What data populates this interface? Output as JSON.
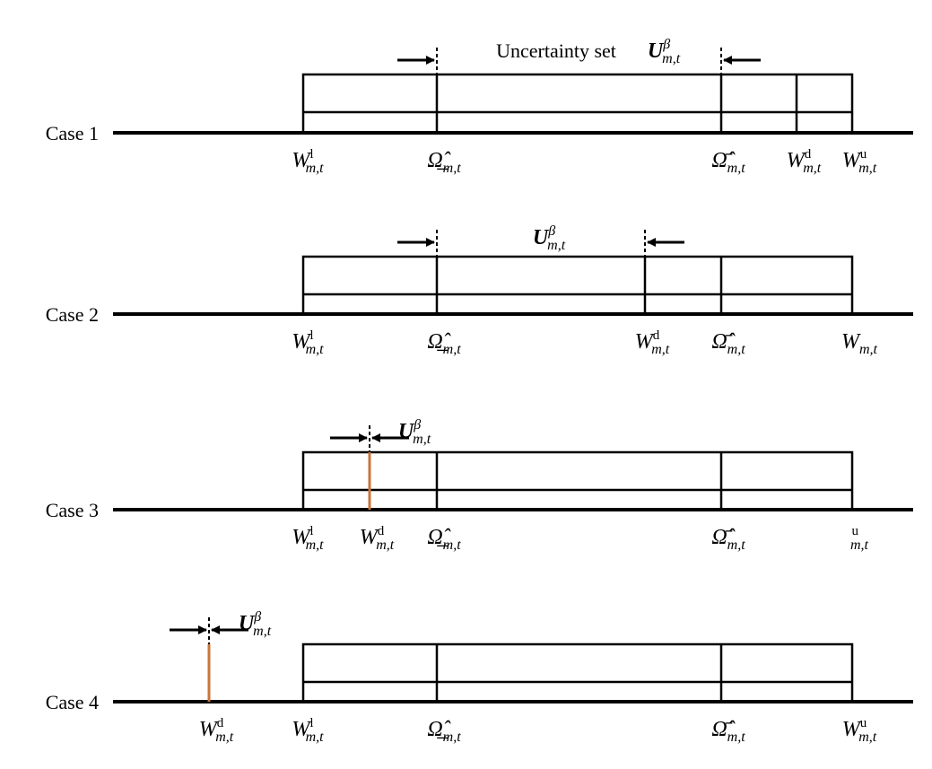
{
  "cases": [
    {
      "label": "Case 1",
      "note": "Uncertainty set",
      "u_label": {
        "base": "U",
        "sub": "m,t",
        "sup": "β"
      },
      "axis_labels": [
        {
          "base": "W",
          "sub": "m,t",
          "sup": "l"
        },
        {
          "base": "Ω̲̂",
          "sub": "m,t",
          "sup": ""
        },
        {
          "base": "Ω̄̂",
          "sub": "m,t",
          "sup": ""
        },
        {
          "base": "W",
          "sub": "m,t",
          "sup": "d"
        },
        {
          "base": "W",
          "sub": "m,t",
          "sup": "u"
        }
      ]
    },
    {
      "label": "Case 2",
      "note": "",
      "u_label": {
        "base": "U",
        "sub": "m,t",
        "sup": "β"
      },
      "axis_labels": [
        {
          "base": "W",
          "sub": "m,t",
          "sup": "l"
        },
        {
          "base": "Ω̲̂",
          "sub": "m,t",
          "sup": ""
        },
        {
          "base": "W",
          "sub": "m,t",
          "sup": "d"
        },
        {
          "base": "Ω̄̂",
          "sub": "m,t",
          "sup": ""
        },
        {
          "base": "W",
          "sub": "m,t",
          "sup": ""
        }
      ]
    },
    {
      "label": "Case 3",
      "note": "",
      "u_label": {
        "base": "U",
        "sub": "m,t",
        "sup": "β"
      },
      "axis_labels": [
        {
          "base": "W",
          "sub": "m,t",
          "sup": "l"
        },
        {
          "base": "W",
          "sub": "m,t",
          "sup": "d"
        },
        {
          "base": "Ω̲̂",
          "sub": "m,t",
          "sup": ""
        },
        {
          "base": "Ω̄̂",
          "sub": "m,t",
          "sup": ""
        },
        {
          "base": "",
          "sub": "m,t",
          "sup": "u"
        }
      ]
    },
    {
      "label": "Case 4",
      "note": "",
      "u_label": {
        "base": "U",
        "sub": "m,t",
        "sup": "β"
      },
      "axis_labels": [
        {
          "base": "W",
          "sub": "m,t",
          "sup": "d"
        },
        {
          "base": "W",
          "sub": "m,t",
          "sup": "l"
        },
        {
          "base": "Ω̲̂",
          "sub": "m,t",
          "sup": ""
        },
        {
          "base": "Ω̄̂",
          "sub": "m,t",
          "sup": ""
        },
        {
          "base": "W",
          "sub": "m,t",
          "sup": "u"
        }
      ]
    }
  ],
  "colors": {
    "line": "#000000",
    "highlight": "#c8763a"
  }
}
